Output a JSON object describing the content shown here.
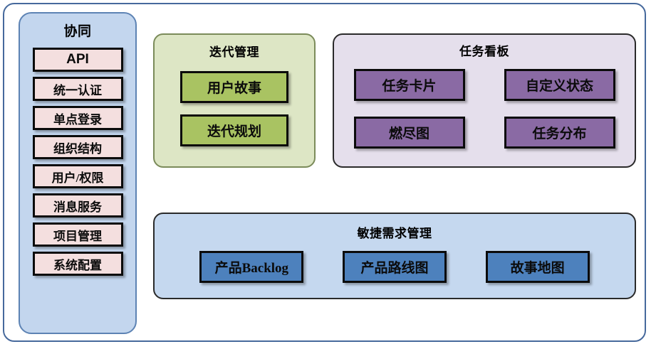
{
  "diagram": {
    "sidebar": {
      "title": "协同",
      "items": [
        {
          "label": "API",
          "script": "latin"
        },
        {
          "label": "统一认证",
          "script": "cjk"
        },
        {
          "label": "单点登录",
          "script": "cjk"
        },
        {
          "label": "组织结构",
          "script": "cjk"
        },
        {
          "label": "用户/权限",
          "script": "cjk"
        },
        {
          "label": "消息服务",
          "script": "cjk"
        },
        {
          "label": "项目管理",
          "script": "cjk"
        },
        {
          "label": "系统配置",
          "script": "cjk"
        }
      ],
      "panel_color": "#c3d6ee",
      "chip_color": "#f4dfdf"
    },
    "iteration": {
      "title": "迭代管理",
      "items": [
        "用户故事",
        "迭代规划"
      ],
      "panel_color": "#dde6c5",
      "chip_color": "#a9c362"
    },
    "taskboard": {
      "title": "任务看板",
      "items": [
        "任务卡片",
        "自定义状态",
        "燃尽图",
        "任务分布"
      ],
      "panel_color": "#e5dfec",
      "chip_color": "#8a6aa4"
    },
    "agile": {
      "title": "敏捷需求管理",
      "items": [
        "产品Backlog",
        "产品路线图",
        "故事地图"
      ],
      "panel_color": "#c5d8ef",
      "chip_color": "#4d81bd"
    }
  }
}
